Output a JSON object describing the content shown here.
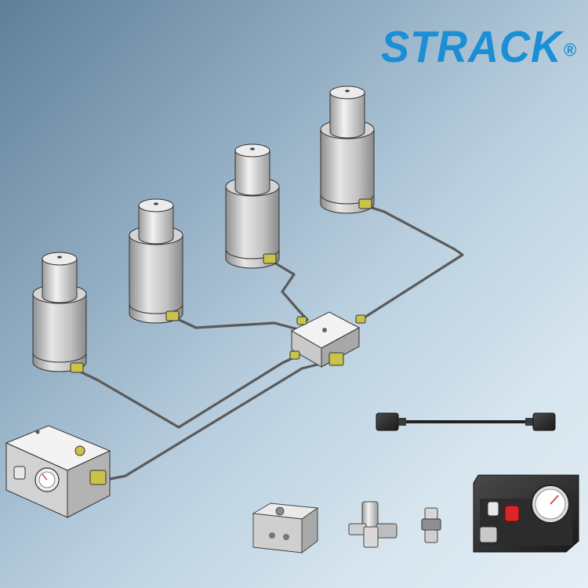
{
  "logo": {
    "text": "STRACK",
    "registered_mark": "®"
  },
  "components": {
    "cylinders": [
      "gas-spring-1",
      "gas-spring-2",
      "gas-spring-3",
      "gas-spring-4"
    ],
    "distribution_block": "distribution-block",
    "control_panel": "control-panel",
    "accessories": [
      "hose-with-fittings",
      "manifold-block",
      "elbow-fitting",
      "straight-fitting",
      "gauge-panel"
    ]
  },
  "colors": {
    "brand": "#1a8fd6",
    "background_dark": "#5f7f98",
    "background_light": "#e4eef5",
    "hose": "#6b6b6b",
    "fitting_yellow": "#c9c34a",
    "cylinder_body": "#b8b8b8",
    "handle_red": "#d8262b"
  }
}
